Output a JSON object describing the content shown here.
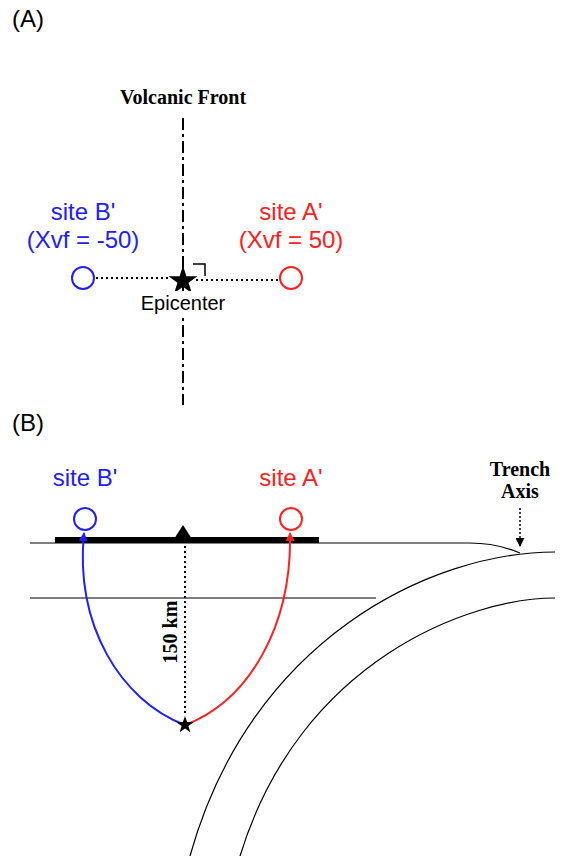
{
  "diagram": {
    "nodes": [
      {
        "text": [
          "site B'",
          "(Xvf = -50)"
        ]
      },
      {
        "text": [
          "Epicenter"
        ]
      },
      {
        "text": [
          "site A'",
          "(Xvf = 50)"
        ]
      },
      {
        "text": [
          "site B'"
        ]
      },
      {
        "text": [
          "site A'"
        ]
      }
    ],
    "edges": [
      {
        "from": 0,
        "to": 1,
        "arrow": "none"
      },
      {
        "from": 1,
        "to": 2,
        "arrow": "none"
      }
    ],
    "labels": [
      "(A)",
      "Volcanic Front",
      "(B)",
      "Trench Axis",
      "150 km"
    ]
  }
}
